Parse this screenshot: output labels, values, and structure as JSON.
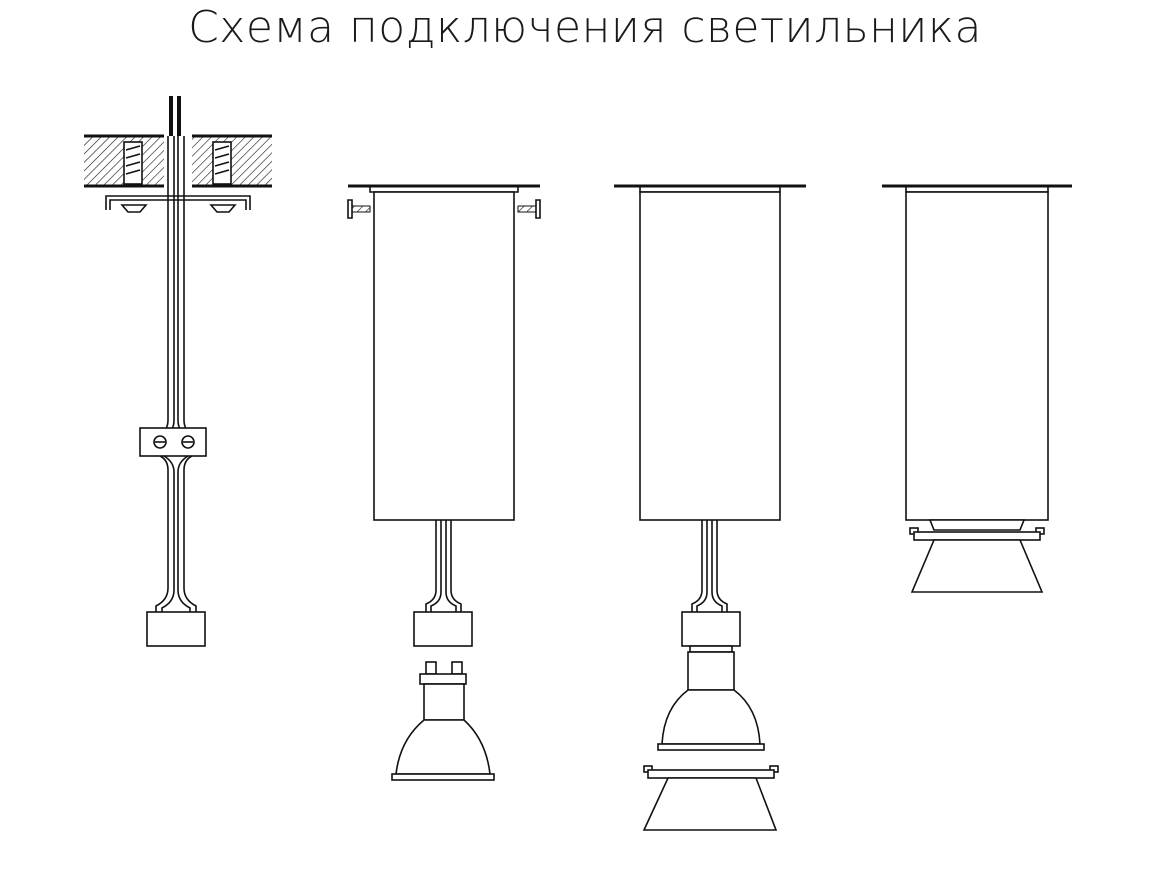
{
  "title": "Схема подключения светильника",
  "steps": [
    {
      "id": "step-1"
    },
    {
      "id": "step-2"
    },
    {
      "id": "step-3"
    },
    {
      "id": "step-4"
    }
  ],
  "colors": {
    "line": "#111111",
    "background": "#ffffff"
  }
}
